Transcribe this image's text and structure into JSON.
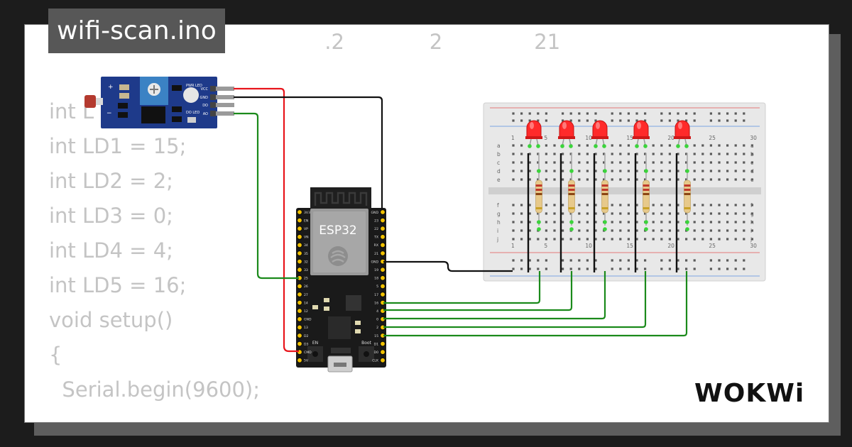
{
  "title": "wifi-scan.ino",
  "code_lines": [
    "//                                        .2             2              21",
    "",
    "int L = 25;",
    "int LD1 = 15;",
    "int LD2 = 2;",
    "int LD3 = 0;",
    "int LD4 = 4;",
    "int LD5 = 16;",
    "void setup()",
    "{",
    "  Serial.begin(9600);"
  ],
  "esp32": {
    "label": "ESP32",
    "left_pins": [
      "3V3",
      "EN",
      "VP",
      "VN",
      "34",
      "35",
      "32",
      "33",
      "25",
      "26",
      "27",
      "14",
      "12",
      "GND",
      "13",
      "D2",
      "D3",
      "CMD",
      "5V"
    ],
    "right_pins": [
      "GND",
      "23",
      "22",
      "TX",
      "RX",
      "21",
      "GND",
      "19",
      "18",
      "5",
      "17",
      "16",
      "4",
      "0",
      "2",
      "15",
      "D1",
      "D0",
      "CLK"
    ],
    "button_en": "EN",
    "button_boot": "Boot"
  },
  "sensor": {
    "pin_labels": [
      "VCC",
      "GND",
      "DO",
      "AO"
    ],
    "led_labels": [
      "PWR LED",
      "DO LED"
    ],
    "plus": "+",
    "minus": "−"
  },
  "breadboard": {
    "col_numbers": [
      "1",
      "5",
      "10",
      "15",
      "20",
      "25",
      "30"
    ],
    "rows_top": [
      "a",
      "b",
      "c",
      "d",
      "e"
    ],
    "rows_bottom": [
      "f",
      "g",
      "h",
      "i",
      "j"
    ]
  },
  "logo_text": "WOKWi",
  "colors": {
    "wire_red": "#e8141b",
    "wire_black": "#111111",
    "wire_green": "#1b8a1b",
    "led_red": "#ff2a2a",
    "esp_board": "#1a1a1a",
    "sensor_board": "#1e3a8a"
  }
}
